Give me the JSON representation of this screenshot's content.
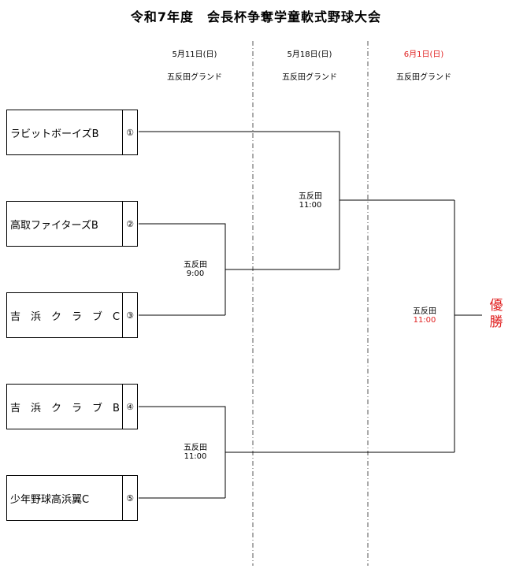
{
  "title": "令和7年度　会長杯争奪学童軟式野球大会",
  "colors": {
    "accent": "#e02020",
    "line": "#000000",
    "divider": "#555555"
  },
  "rounds": [
    {
      "date": "5月11日(日)",
      "venue": "五反田グランド",
      "highlight": false
    },
    {
      "date": "5月18日(日)",
      "venue": "五反田グランド",
      "highlight": false
    },
    {
      "date": "6月1日(日)",
      "venue": "五反田グランド",
      "highlight": true
    }
  ],
  "teams": [
    {
      "name": "ラビットボーイズB",
      "seed": "①"
    },
    {
      "name": "高取ファイターズB",
      "seed": "②"
    },
    {
      "name": "吉　浜　ク　ラ　ブ　C",
      "seed": "③"
    },
    {
      "name": "吉　浜　ク　ラ　ブ　B",
      "seed": "④"
    },
    {
      "name": "少年野球高浜翼C",
      "seed": "⑤"
    }
  ],
  "matches": {
    "r1a": {
      "venue": "五反田",
      "time": "9:00"
    },
    "r1b": {
      "venue": "五反田",
      "time": "11:00"
    },
    "r2": {
      "venue": "五反田",
      "time": "11:00"
    },
    "final": {
      "venue": "五反田",
      "time": "11:00"
    }
  },
  "winner": {
    "line1": "優",
    "line2": "勝"
  }
}
